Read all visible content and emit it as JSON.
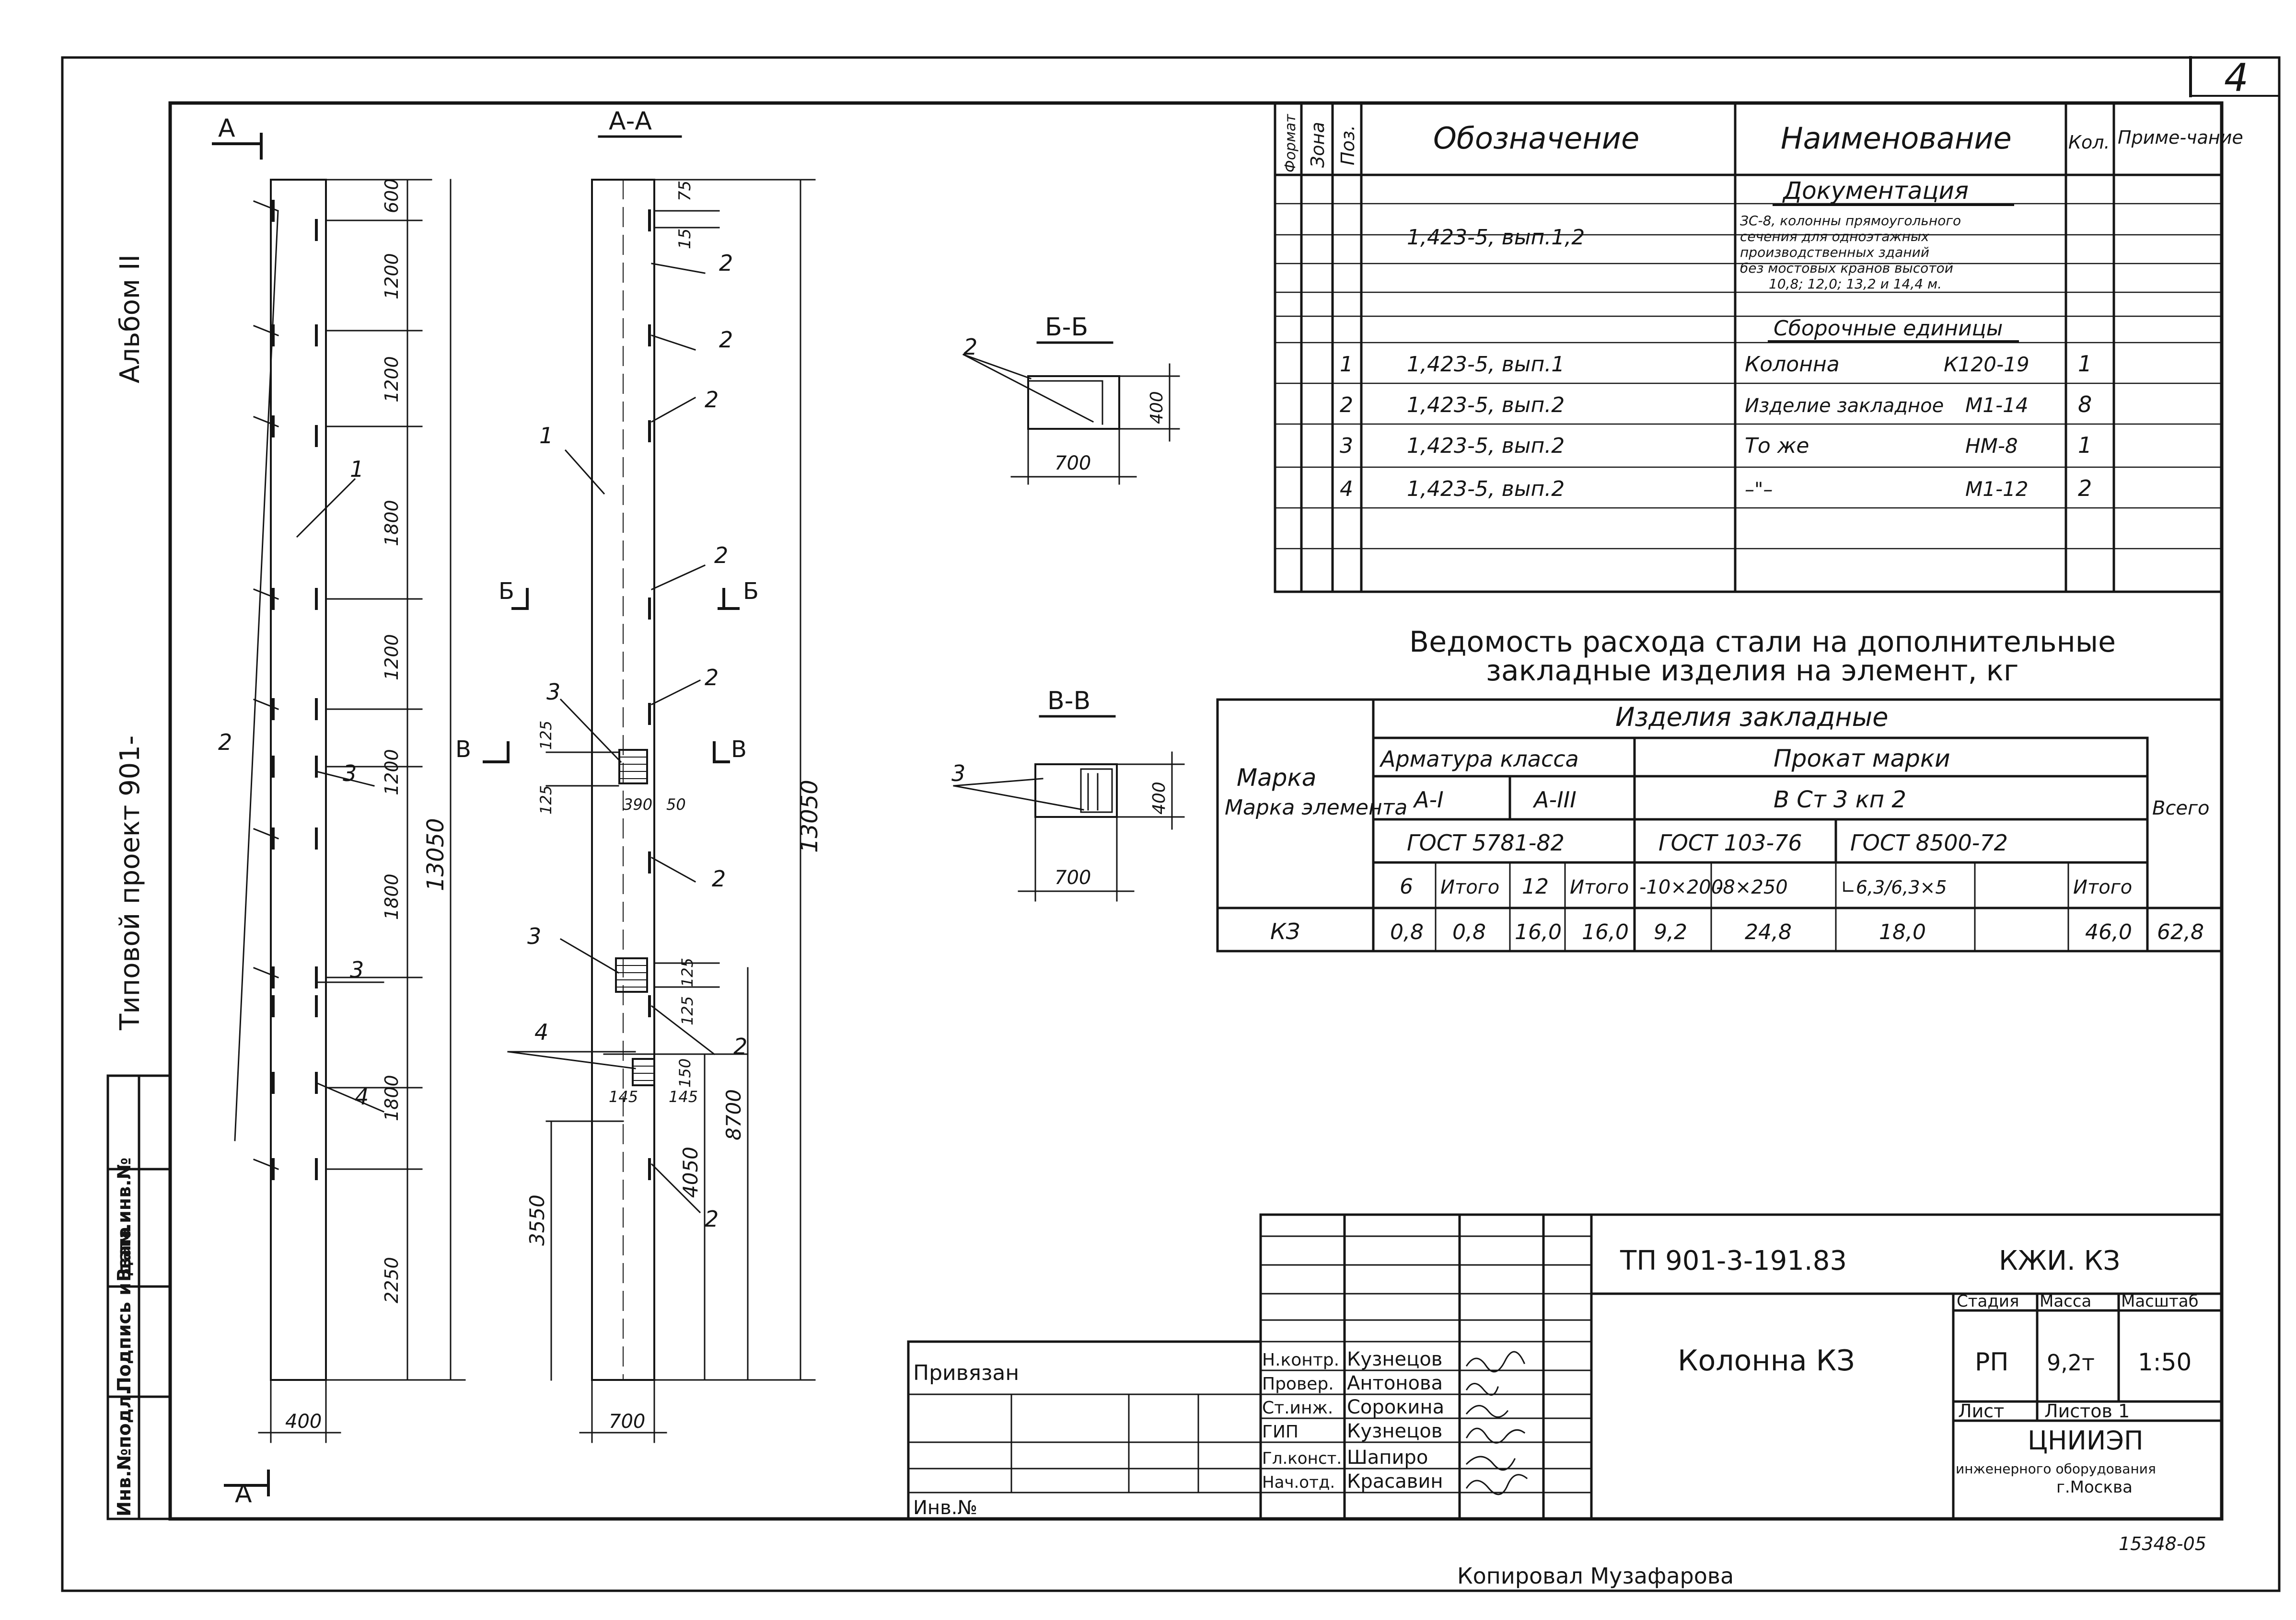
{
  "sheet": {
    "page_number": "4",
    "album": "Альбом II",
    "project": "Типовой проект 901-",
    "copied_by": "Копировал Музафарова",
    "stamp_number": "15348-05"
  },
  "side_stamp": {
    "cells": [
      "Инв.№подл.",
      "Подпись и дата",
      "Взам.инв.№"
    ]
  },
  "drawing": {
    "elevation": {
      "cut_label": "А",
      "width": "400",
      "total": "13050",
      "dims": [
        "600",
        "1200",
        "1200",
        "1800",
        "1200",
        "1200",
        "1800",
        "1800",
        "2250"
      ],
      "pos_labels": [
        "1",
        "2",
        "3",
        "3",
        "4"
      ]
    },
    "section_aa": {
      "title": "А-А",
      "width": "700",
      "total": "13050",
      "top_dims": [
        "75",
        "15"
      ],
      "insert_dims": [
        "125",
        "125",
        "390",
        "50"
      ],
      "lower_dims": [
        "125",
        "125",
        "150"
      ],
      "small_dims": [
        "145",
        "145"
      ],
      "heights": [
        "3550",
        "4050",
        "8700"
      ],
      "pos_labels": [
        "1",
        "2",
        "2",
        "2",
        "2",
        "2",
        "2",
        "2",
        "2",
        "3",
        "3",
        "4"
      ],
      "cut_b": "Б",
      "cut_v": "В"
    },
    "section_bb": {
      "title": "Б-Б",
      "width": "700",
      "height": "400",
      "pos": "2"
    },
    "section_vv": {
      "title": "В-В",
      "width": "700",
      "height": "400",
      "pos": "3"
    }
  },
  "spec_table": {
    "headers": [
      "Формат",
      "Зона",
      "Поз.",
      "Обозначение",
      "Наименование",
      "Кол.",
      "Приме-чание"
    ],
    "doc_section": "Документация",
    "doc_ref": "1,423-5, вып.1,2",
    "doc_desc": [
      "ЗС-8, колонны прямоугольного",
      "сечения для одноэтажных",
      "производственных зданий",
      "без мостовых кранов высотой",
      "10,8; 12,0; 13,2 и 14,4 м."
    ],
    "assembly_section": "Сборочные единицы",
    "rows": [
      {
        "pos": "1",
        "ref": "1,423-5, вып.1",
        "name": "Колонна",
        "mark": "К120-19",
        "qty": "1"
      },
      {
        "pos": "2",
        "ref": "1,423-5, вып.2",
        "name": "Изделие закладное",
        "mark": "М1-14",
        "qty": "8"
      },
      {
        "pos": "3",
        "ref": "1,423-5, вып.2",
        "name": "То же",
        "mark": "НМ-8",
        "qty": "1"
      },
      {
        "pos": "4",
        "ref": "1,423-5, вып.2",
        "name": "–\"–",
        "mark": "М1-12",
        "qty": "2"
      }
    ]
  },
  "steel_table": {
    "title_line1": "Ведомость расхода стали на дополнительные",
    "title_line2": "закладные изделия на элемент, кг",
    "col_mark": "Марка элемента",
    "group": "Изделия закладные",
    "armature": "Арматура класса",
    "prokat": "Прокат марки",
    "a1": "А-I",
    "a3": "А-III",
    "steel": "В Ст 3 кп 2",
    "gost1": "ГОСТ 5781-82",
    "gost2": "ГОСТ 103-76",
    "gost3": "ГОСТ 8500-72",
    "total": "Всего",
    "subheads": [
      "6",
      "Итого",
      "12",
      "Итого",
      "-10×200",
      "-8×250",
      "∟6,3/6,3×5",
      "",
      "Итого"
    ],
    "row": {
      "mark": "КЗ",
      "values": [
        "0,8",
        "0,8",
        "16,0",
        "16,0",
        "9,2",
        "24,8",
        "18,0",
        "",
        "46,0",
        "62,8"
      ]
    }
  },
  "title_block": {
    "code": "ТП 901-3-191.83",
    "sheet_code": "КЖИ. КЗ",
    "name": "Колонна КЗ",
    "bound": "Привязан",
    "inv": "Инв.№",
    "roles": [
      "Н.контр.",
      "Провер.",
      "Ст.инж.",
      "ГИП",
      "Гл.конст.",
      "Нач.отд."
    ],
    "people": [
      "Кузнецов",
      "Антонова",
      "Сорокина",
      "Кузнецов",
      "Шапиро",
      "Красавин"
    ],
    "h_stage": "Стадия",
    "h_mass": "Масса",
    "h_scale": "Масштаб",
    "stage": "РП",
    "mass": "9,2т",
    "scale": "1:50",
    "sheet": "Лист",
    "sheets": "Листов 1",
    "org1": "ЦНИИЭП",
    "org2": "инженерного оборудования",
    "org3": "г.Москва"
  }
}
